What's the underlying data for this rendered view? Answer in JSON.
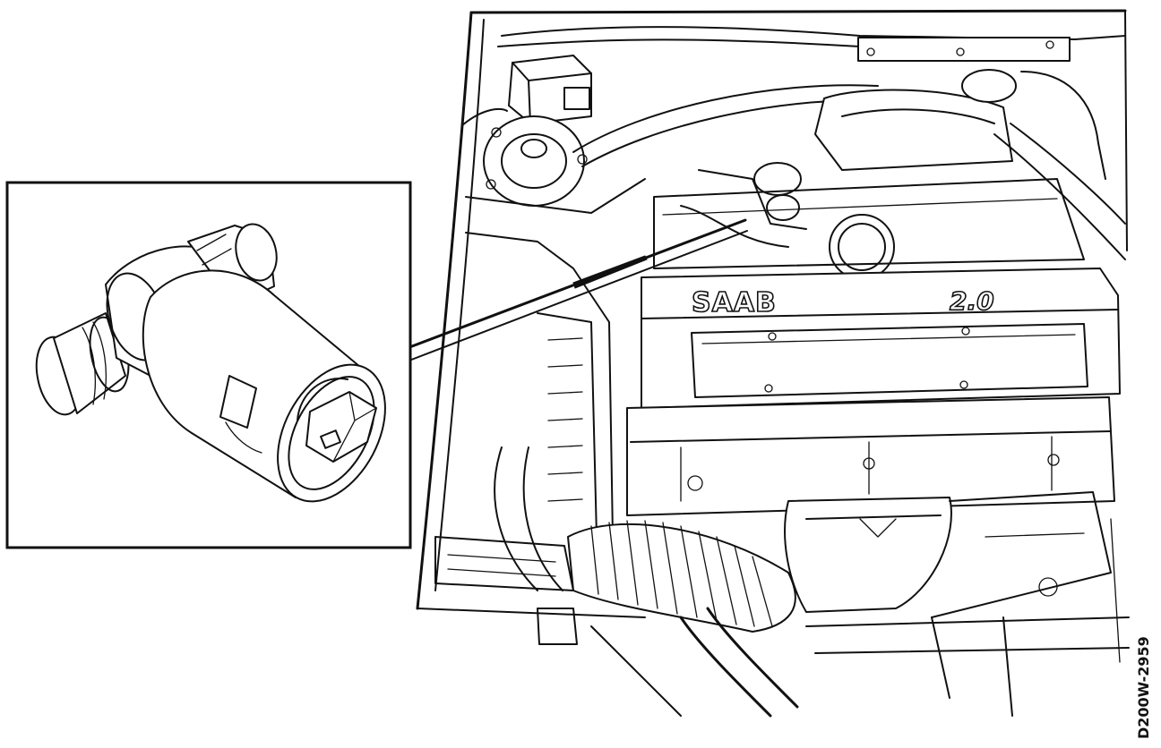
{
  "figure": {
    "engine_cover_brand": "SAAB",
    "engine_displacement": "2.0",
    "figure_code": "D200W-2959"
  },
  "colors": {
    "ink": "#111111",
    "paper": "#ffffff"
  }
}
